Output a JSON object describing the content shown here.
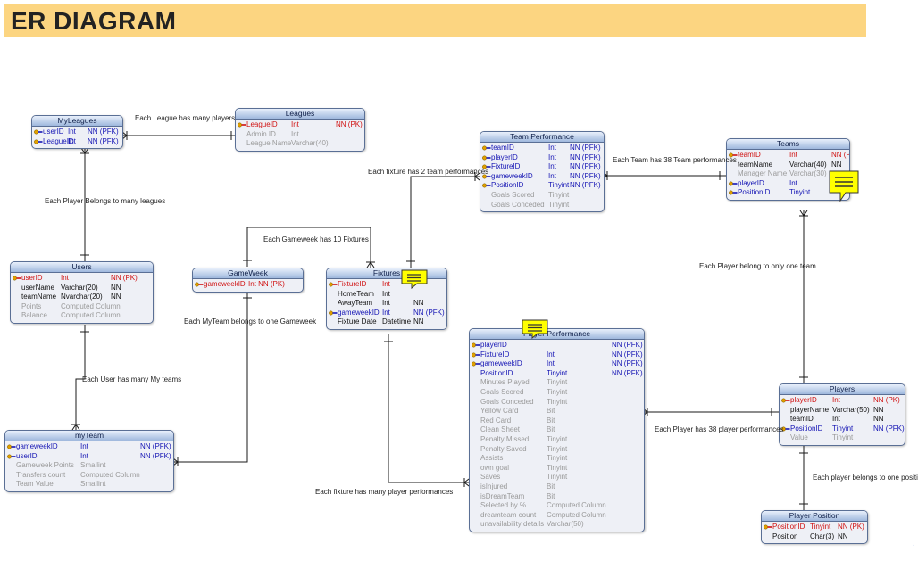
{
  "title": "ER DIAGRAM",
  "entities": {
    "myleagues": {
      "name": "MyLeagues",
      "cols": [
        {
          "name": "userID",
          "type": "Int",
          "flags": "NN  (PFK)",
          "kind": "fk",
          "key": true
        },
        {
          "name": "LeagueID",
          "type": "Int",
          "flags": "NN  (PFK)",
          "kind": "fk",
          "key": true
        }
      ]
    },
    "leagues": {
      "name": "Leagues",
      "cols": [
        {
          "name": "LeagueID",
          "type": "Int",
          "flags": "NN  (PK)",
          "kind": "pk",
          "key": true
        },
        {
          "name": "Admin ID",
          "type": "Int",
          "flags": "",
          "kind": "cm",
          "key": false
        },
        {
          "name": "League Name",
          "type": "Varchar(40)",
          "flags": "",
          "kind": "cm",
          "key": false
        }
      ]
    },
    "users": {
      "name": "Users",
      "cols": [
        {
          "name": "userID",
          "type": "Int",
          "flags": "NN  (PK)",
          "kind": "pk",
          "key": true
        },
        {
          "name": "userName",
          "type": "Varchar(20)",
          "flags": "NN",
          "kind": "nm",
          "key": false
        },
        {
          "name": "teamName",
          "type": "Nvarchar(20)",
          "flags": "NN",
          "kind": "nm",
          "key": false
        },
        {
          "name": "Points",
          "type": "Computed Column",
          "flags": "",
          "kind": "cm",
          "key": false
        },
        {
          "name": "Balance",
          "type": "Computed Column",
          "flags": "",
          "kind": "cm",
          "key": false
        }
      ]
    },
    "myteam": {
      "name": "myTeam",
      "cols": [
        {
          "name": "gameweekID",
          "type": "Int",
          "flags": "NN  (PFK)",
          "kind": "fk",
          "key": true
        },
        {
          "name": "userID",
          "type": "Int",
          "flags": "NN  (PFK)",
          "kind": "fk",
          "key": true
        },
        {
          "name": "Gameweek Points",
          "type": "Smallint",
          "flags": "",
          "kind": "cm",
          "key": false
        },
        {
          "name": "Transfers count",
          "type": "Computed Column",
          "flags": "",
          "kind": "cm",
          "key": false
        },
        {
          "name": "Team Value",
          "type": "Smallint",
          "flags": "",
          "kind": "cm",
          "key": false
        }
      ]
    },
    "gameweek": {
      "name": "GameWeek",
      "cols": [
        {
          "name": "gameweekID",
          "type": "Int  NN  (PK)",
          "flags": "",
          "kind": "pk",
          "key": true
        }
      ]
    },
    "fixtures": {
      "name": "Fixtures",
      "cols": [
        {
          "name": "FixtureID",
          "type": "Int",
          "flags": "",
          "kind": "pk",
          "key": true
        },
        {
          "name": "HomeTeam",
          "type": "Int",
          "flags": "",
          "kind": "nm",
          "key": false
        },
        {
          "name": "AwayTeam",
          "type": "Int",
          "flags": "NN",
          "kind": "nm",
          "key": false
        },
        {
          "name": "gameweekID",
          "type": "Int",
          "flags": "NN  (PFK)",
          "kind": "fk",
          "key": true
        },
        {
          "name": "Fixture Date",
          "type": "Datetime",
          "flags": "NN",
          "kind": "nm",
          "key": false
        }
      ]
    },
    "teamperf": {
      "name": "Team Performance",
      "cols": [
        {
          "name": "teamID",
          "type": "Int",
          "flags": "NN  (PFK)",
          "kind": "fk",
          "key": true
        },
        {
          "name": "playerID",
          "type": "Int",
          "flags": "NN  (PFK)",
          "kind": "fk",
          "key": true
        },
        {
          "name": "FixtureID",
          "type": "Int",
          "flags": "NN  (PFK)",
          "kind": "fk",
          "key": true
        },
        {
          "name": "gameweekID",
          "type": "Int",
          "flags": "NN  (PFK)",
          "kind": "fk",
          "key": true
        },
        {
          "name": "PositionID",
          "type": "Tinyint",
          "flags": "NN  (PFK)",
          "kind": "fk",
          "key": true
        },
        {
          "name": "Goals Scored",
          "type": "Tinyint",
          "flags": "",
          "kind": "cm",
          "key": false
        },
        {
          "name": "Goals Conceded",
          "type": "Tinyint",
          "flags": "",
          "kind": "cm",
          "key": false
        }
      ]
    },
    "teams": {
      "name": "Teams",
      "cols": [
        {
          "name": "teamID",
          "type": "Int",
          "flags": "NN  (P",
          "kind": "pk",
          "key": true
        },
        {
          "name": "teamName",
          "type": "Varchar(40)",
          "flags": "NN",
          "kind": "nm",
          "key": false
        },
        {
          "name": "Manager Name",
          "type": "Varchar(30)",
          "flags": "",
          "kind": "cm",
          "key": false
        },
        {
          "name": "playerID",
          "type": "Int",
          "flags": "",
          "kind": "fk",
          "key": true
        },
        {
          "name": "PositionID",
          "type": "Tinyint",
          "flags": "",
          "kind": "fk",
          "key": true
        }
      ]
    },
    "playerperf": {
      "name": "Player Performance",
      "cols": [
        {
          "name": "playerID",
          "type": "",
          "flags": "NN  (PFK)",
          "kind": "fk",
          "key": true
        },
        {
          "name": "FixtureID",
          "type": "Int",
          "flags": "NN  (PFK)",
          "kind": "fk",
          "key": true
        },
        {
          "name": "gameweekID",
          "type": "Int",
          "flags": "NN  (PFK)",
          "kind": "fk",
          "key": true
        },
        {
          "name": "PositionID",
          "type": "Tinyint",
          "flags": "NN  (PFK)",
          "kind": "fk",
          "key": false
        },
        {
          "name": "Minutes Played",
          "type": "Tinyint",
          "flags": "",
          "kind": "cm",
          "key": false
        },
        {
          "name": "Goals Scored",
          "type": "Tinyint",
          "flags": "",
          "kind": "cm",
          "key": false
        },
        {
          "name": "Goals Conceded",
          "type": "Tinyint",
          "flags": "",
          "kind": "cm",
          "key": false
        },
        {
          "name": "Yellow Card",
          "type": "Bit",
          "flags": "",
          "kind": "cm",
          "key": false
        },
        {
          "name": "Red Card",
          "type": "Bit",
          "flags": "",
          "kind": "cm",
          "key": false
        },
        {
          "name": "Clean Sheet",
          "type": "Bit",
          "flags": "",
          "kind": "cm",
          "key": false
        },
        {
          "name": "Penalty Missed",
          "type": "Tinyint",
          "flags": "",
          "kind": "cm",
          "key": false
        },
        {
          "name": "Penalty Saved",
          "type": "Tinyint",
          "flags": "",
          "kind": "cm",
          "key": false
        },
        {
          "name": "Assists",
          "type": "Tinyint",
          "flags": "",
          "kind": "cm",
          "key": false
        },
        {
          "name": "own goal",
          "type": "Tinyint",
          "flags": "",
          "kind": "cm",
          "key": false
        },
        {
          "name": "Saves",
          "type": "Tinyint",
          "flags": "",
          "kind": "cm",
          "key": false
        },
        {
          "name": "isInjured",
          "type": "Bit",
          "flags": "",
          "kind": "cm",
          "key": false
        },
        {
          "name": "isDreamTeam",
          "type": "Bit",
          "flags": "",
          "kind": "cm",
          "key": false
        },
        {
          "name": "Selected by %",
          "type": "Computed Column",
          "flags": "",
          "kind": "cm",
          "key": false
        },
        {
          "name": "dreamteam count",
          "type": "Computed Column",
          "flags": "",
          "kind": "cm",
          "key": false
        },
        {
          "name": "unavailability details",
          "type": "Varchar(50)",
          "flags": "",
          "kind": "cm",
          "key": false
        }
      ]
    },
    "players": {
      "name": "Players",
      "cols": [
        {
          "name": "playerID",
          "type": "Int",
          "flags": "NN  (PK)",
          "kind": "pk",
          "key": true
        },
        {
          "name": "playerName",
          "type": "Varchar(50)",
          "flags": "NN",
          "kind": "nm",
          "key": false
        },
        {
          "name": "teamID",
          "type": "Int",
          "flags": "NN",
          "kind": "nm",
          "key": false
        },
        {
          "name": "PositionID",
          "type": "Tinyint",
          "flags": "NN  (PFK)",
          "kind": "fk",
          "key": true
        },
        {
          "name": "Value",
          "type": "Tinyint",
          "flags": "",
          "kind": "cm",
          "key": false
        }
      ]
    },
    "playerpos": {
      "name": "Player Position",
      "cols": [
        {
          "name": "PositionID",
          "type": "Tinyint",
          "flags": "NN  (PK)",
          "kind": "pk",
          "key": true
        },
        {
          "name": "Position",
          "type": "Char(3)",
          "flags": "NN",
          "kind": "nm",
          "key": false
        }
      ]
    }
  },
  "relationships": {
    "league_players": "Each League has many players",
    "player_leagues": "Each Player Belongs to many leagues",
    "user_myteams": "Each User has many My teams",
    "myteam_gameweek": "Each MyTeam belongs to one Gameweek",
    "gameweek_fixtures": "Each Gameweek has 10 Fixtures",
    "fixture_teamperf": "Each fixture has 2 team performances",
    "team_teamperf": "Each Team has 38 Team performances",
    "player_team": "Each Player belong to only one team",
    "player_playerperf": "Each Player has 38 player performances",
    "player_position": "Each player belongs to one position",
    "fixture_playerperf": "Each fixture has many player performances"
  },
  "colors": {
    "banner": "#fcd581",
    "pk": "#d01010",
    "fk": "#1414b4",
    "computed": "#9a9a9a",
    "note": "#ffff00"
  }
}
